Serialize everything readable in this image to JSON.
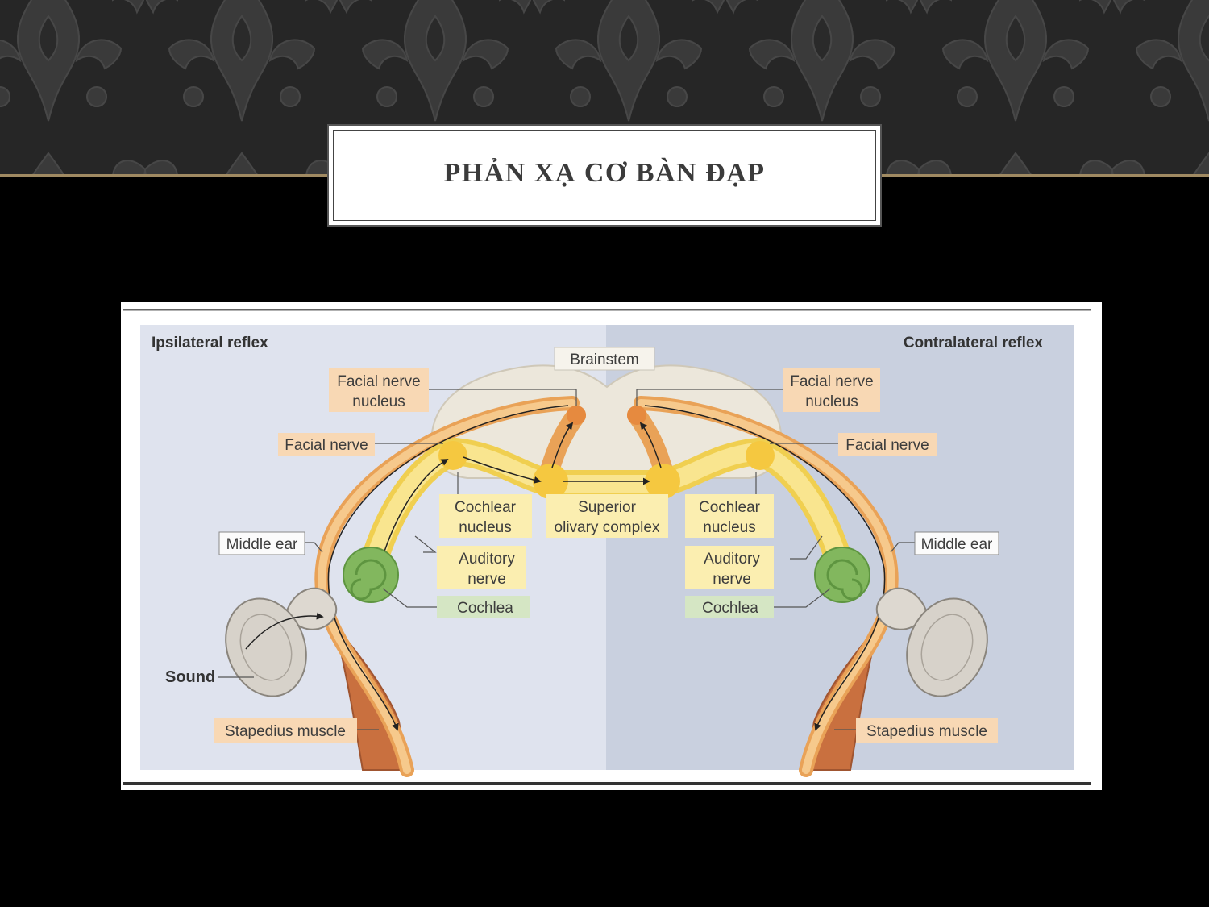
{
  "slide": {
    "title": "PHẢN XẠ CƠ BÀN ĐẠP"
  },
  "figure": {
    "left_title": "Ipsilateral reflex",
    "right_title": "Contralateral reflex",
    "brainstem": "Brainstem",
    "facial_nerve_nucleus": [
      "Facial nerve",
      "nucleus"
    ],
    "facial_nerve": "Facial nerve",
    "cochlear_nucleus": [
      "Cochlear",
      "nucleus"
    ],
    "superior_olivary_complex": [
      "Superior",
      "olivary complex"
    ],
    "middle_ear": "Middle ear",
    "auditory_nerve": [
      "Auditory",
      "nerve"
    ],
    "cochlea": "Cochlea",
    "sound": "Sound",
    "stapedius_muscle": "Stapedius muscle"
  },
  "colors": {
    "background": "#000000",
    "header_pattern": "#2c2c2c",
    "accent_gold": "#a08a62",
    "left_panel": "#dfe3ee",
    "right_panel": "#c9d0df",
    "label_orange": "#f8d8b4",
    "label_yellow": "#fbeeb0",
    "label_green": "#d5e6c4",
    "nerve_yellow": "#f5da6a",
    "nerve_orange": "#e9a257",
    "cochlea_green": "#82b75e"
  }
}
